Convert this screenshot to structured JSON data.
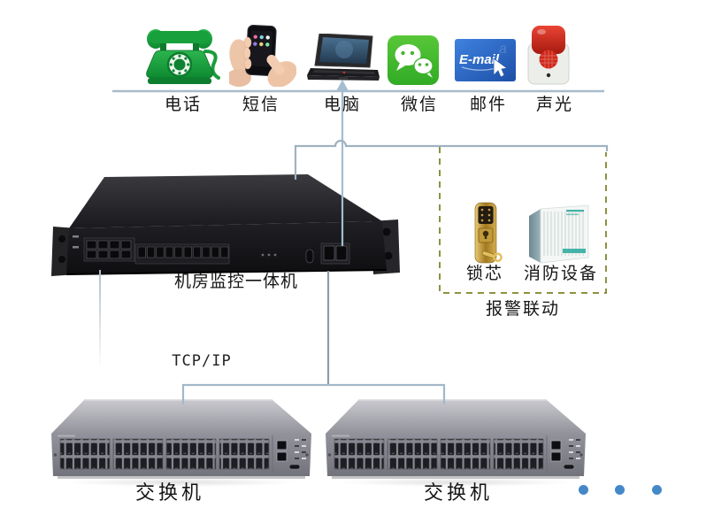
{
  "channels": {
    "items": [
      {
        "icon": "rotary-phone-icon",
        "label": "电话"
      },
      {
        "icon": "sms-hand-icon",
        "label": "短信"
      },
      {
        "icon": "laptop-icon",
        "label": "电脑"
      },
      {
        "icon": "wechat-icon",
        "label": "微信"
      },
      {
        "icon": "email-icon",
        "label": "邮件"
      },
      {
        "icon": "sound-light-alarm-icon",
        "label": "声光"
      }
    ]
  },
  "email_icon": {
    "text": "E-mail"
  },
  "monitor": {
    "label": "机房监控一体机"
  },
  "tcp": {
    "label": "TCP/IP"
  },
  "alarm_box": {
    "title": "报警联动",
    "items": [
      {
        "icon": "lock-cylinder-icon",
        "label": "锁芯"
      },
      {
        "icon": "fire-equipment-icon",
        "label": "消防设备"
      }
    ]
  },
  "switches": {
    "items": [
      {
        "label": "交换机"
      },
      {
        "label": "交换机"
      }
    ]
  },
  "decor": {
    "dot_count": 3
  },
  "colors": {
    "connector_line": "#a6bccd",
    "trunk_line": "#909ca6",
    "alarm_dashed_border": "#8e9140",
    "dot_blue": "#4488c8",
    "wechat_green": "#46bb2f",
    "email_blue": "#2f6fd0",
    "phone_green": "#14993a",
    "text": "#151515"
  }
}
